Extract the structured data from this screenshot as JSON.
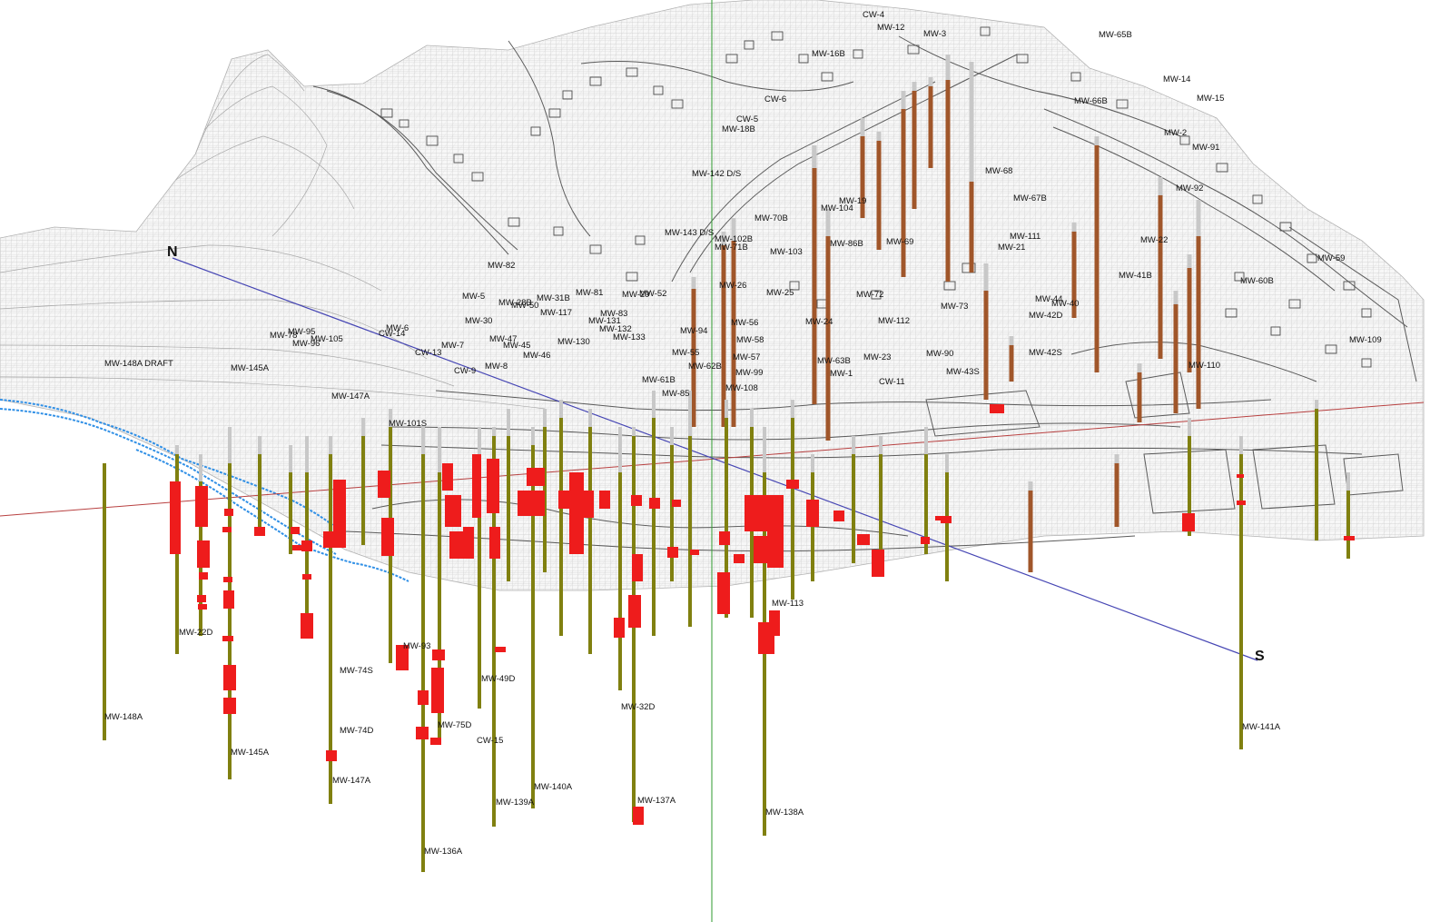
{
  "compass": {
    "north": "N",
    "south": "S"
  },
  "colors": {
    "mesh": "#c4c4c4",
    "roads": "#5a5a5a",
    "stream": "#2f8fe6",
    "casing": "#c8c8c8",
    "upper_wells": "#a0562a",
    "lower_wells": "#808010",
    "screen": "#ee1c1c",
    "axis_x": "#b84040",
    "axis_y": "#2e9a2e",
    "section": "#4646b4"
  },
  "upper_labels": [
    "CW-4",
    "MW-12",
    "MW-3",
    "MW-65B",
    "MW-16B",
    "CW-6",
    "CW-5",
    "MW-18B",
    "MW-14",
    "MW-66B",
    "MW-15",
    "MW-2",
    "MW-91",
    "MW-142 D/S",
    "MW-68",
    "MW-67B",
    "MW-92",
    "MW-19",
    "MW-104",
    "MW-70B",
    "MW-143 D/S",
    "MW-102B",
    "MW-71B",
    "MW-103",
    "MW-86B",
    "MW-69",
    "MW-111",
    "MW-21",
    "MW-22",
    "MW-41B",
    "MW-82",
    "MW-26",
    "MW-25",
    "MW-72",
    "MW-44",
    "MW-40",
    "MW-42D",
    "MW-73",
    "MW-112",
    "MW-5",
    "MW-28B",
    "MW-31B",
    "MW-81",
    "MW-50",
    "MW-52",
    "MW-29",
    "MW-117",
    "MW-83",
    "MW-131",
    "MW-30",
    "MW-132",
    "MW-133",
    "MW-94",
    "MW-56",
    "MW-24",
    "MW-58",
    "MW-47",
    "MW-45",
    "MW-130",
    "MW-46",
    "MW-55",
    "MW-57",
    "MW-23",
    "MW-90",
    "MW-42S",
    "MW-110",
    "MW-78",
    "MW-95",
    "MW-105",
    "MW-96",
    "CW-14",
    "MW-6",
    "MW-7",
    "CW-13",
    "MW-8",
    "CW-9",
    "MW-148A DRAFT",
    "MW-145A",
    "MW-147A",
    "MW-101S",
    "MW-61B",
    "MW-62B",
    "MW-85",
    "MW-63B",
    "MW-1",
    "CW-11",
    "MW-43S",
    "MW-60B",
    "MW-59",
    "MW-99",
    "MW-108",
    "MW-109"
  ],
  "lower_labels": [
    "MW-113",
    "MW-93",
    "MW-74S",
    "MW-74D",
    "MW-49D",
    "MW-75D",
    "CW-15",
    "MW-32D",
    "MW-148A",
    "MW-145A",
    "MW-147A",
    "MW-139A",
    "MW-140A",
    "MW-137A",
    "MW-136A",
    "MW-138A",
    "MW-141A",
    "MW-22D"
  ]
}
